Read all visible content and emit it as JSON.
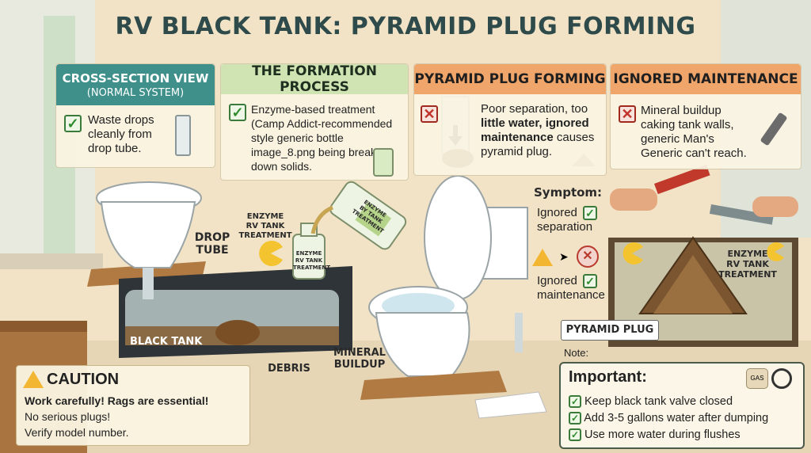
{
  "title": "RV BLACK TANK: PYRAMID PLUG FORMING",
  "colors": {
    "teal_header": "#3f8f8a",
    "green_header": "#cfe3b3",
    "orange_header": "#f0a56b",
    "check_green": "#2e8b2e",
    "x_red": "#c0322a"
  },
  "panels": {
    "cross_section": {
      "title": "CROSS-SECTION VIEW",
      "subtitle": "(NORMAL SYSTEM)",
      "text": "Waste drops cleanly from drop tube."
    },
    "formation": {
      "title": "THE FORMATION PROCESS",
      "text": "Enzyme-based treatment (Camp Addict-recommended style generic bottle image_8.png being breaks down solids."
    },
    "pyramid_forming": {
      "title": "PYRAMID PLUG FORMING",
      "text_1": "Poor separation, too",
      "text_2_bold": "little water, ignored",
      "text_3_bold": "maintenance",
      "text_3_rest": " causes",
      "text_4": "pyramid plug."
    },
    "ignored": {
      "title": "IGNORED MAINTENANCE",
      "text": "Mineral buildup caking tank walls, generic Man's Generic can't reach."
    }
  },
  "labels": {
    "drop_tube": "DROP\nTUBE",
    "enzyme_left": "ENZYME\nRV TANK\nTREATMENT",
    "enzyme_bottle": "ENZYME\nRV TANK\nTREATMENT",
    "enzyme_pour": "ENZYME\nBY TANK\nTREATMENT",
    "black_tank": "BLACK TANK",
    "debris": "DEBRIS",
    "mineral": "MINERAL\nBUILDUP",
    "enzyme_right": "ENZYME\nRV TANK\nTREATMENT",
    "pyramid_plug": "PYRAMID PLUG",
    "gas": "GAS"
  },
  "symptom": {
    "title": "Symptom:",
    "item1": "Ignored\nseparation",
    "item2": "Ignored\nmaintenance"
  },
  "caution": {
    "title": "CAUTION",
    "line1": "Work carefully! Rags are essential!",
    "line2": "No serious plugs!",
    "line3": "Verify model number."
  },
  "note": {
    "label": "Note:",
    "title": "Important:",
    "items": [
      "Keep black tank valve closed",
      "Add 3-5 gallons water after dumping",
      "Use more water during flushes"
    ]
  }
}
